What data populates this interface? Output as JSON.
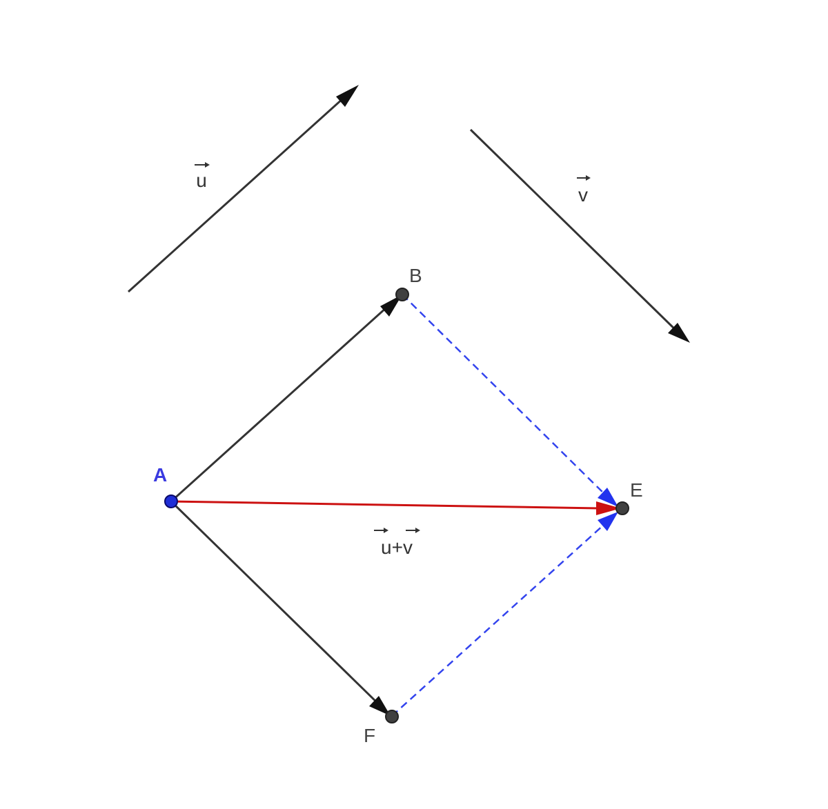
{
  "colors": {
    "vector": "#333333",
    "point": "#404040",
    "point_A": "#1f2ed6",
    "sum_vector": "#cc1111",
    "translation_dashed": "#3344ee",
    "label_A": "#3a3ae0",
    "label_points": "#444444"
  },
  "points": {
    "A": "A",
    "B": "B",
    "E": "E",
    "F": "F"
  },
  "vectors": {
    "u": "u",
    "v": "v",
    "sum": "u+v"
  }
}
